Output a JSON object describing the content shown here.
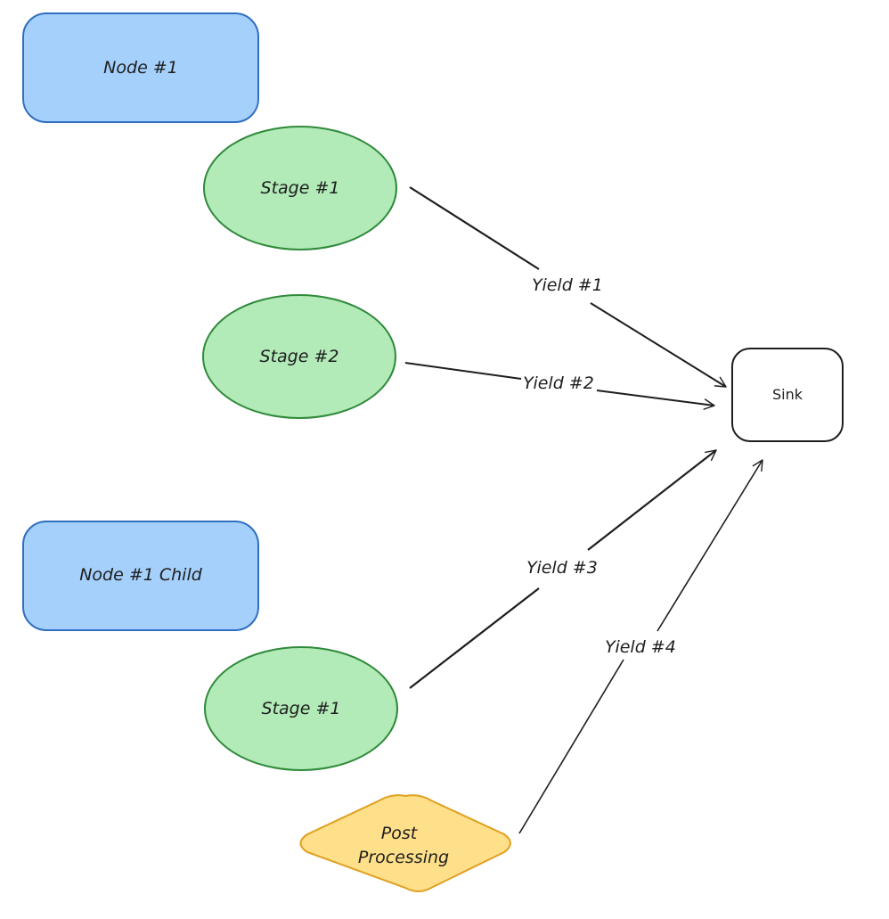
{
  "colors": {
    "node_fill": "#a5d0fb",
    "node_stroke": "#2f6fbf",
    "stage_fill": "#b2ebb8",
    "stage_stroke": "#2f8a3a",
    "diamond_fill": "#ffe08a",
    "diamond_stroke": "#e0a020",
    "sink_fill": "#ffffff",
    "sink_stroke": "#1e1e1e",
    "edge_stroke": "#1e1e1e"
  },
  "nodes": {
    "node1": {
      "label": "Node #1",
      "shape": "rounded-rectangle"
    },
    "stage1_top": {
      "label": "Stage #1",
      "shape": "ellipse"
    },
    "stage2": {
      "label": "Stage #2",
      "shape": "ellipse"
    },
    "node1_child": {
      "label": "Node #1 Child",
      "shape": "rounded-rectangle"
    },
    "stage1_bottom": {
      "label": "Stage #1",
      "shape": "ellipse"
    },
    "post_processing": {
      "label_line1": "Post",
      "label_line2": "Processing",
      "shape": "diamond"
    },
    "sink": {
      "label": "Sink",
      "shape": "rounded-rectangle"
    }
  },
  "edges": [
    {
      "from": "stage1_top",
      "to": "sink",
      "label": "Yield #1"
    },
    {
      "from": "stage2",
      "to": "sink",
      "label": "Yield #2"
    },
    {
      "from": "stage1_bottom",
      "to": "sink",
      "label": "Yield #3"
    },
    {
      "from": "post_processing",
      "to": "sink",
      "label": "Yield #4"
    }
  ]
}
